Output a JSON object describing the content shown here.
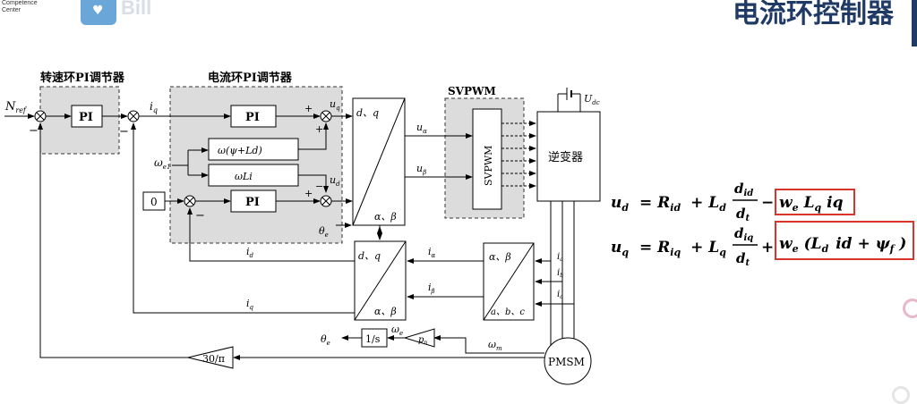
{
  "header": {
    "logo_line1": "Competence",
    "logo_line2": "Center",
    "logo_faded": "Bill",
    "title": "电流环控制器"
  },
  "diagram": {
    "speed_block_label": "转速环PI调节器",
    "current_block_label": "电流环PI调节器",
    "svpwm_group_label": "SVPWM",
    "svpwm_block": "SVPWM",
    "inverter": "逆变器",
    "pmsm": "PMSM",
    "pi": "PI",
    "n_ref": "N",
    "n_ref_sub": "ref",
    "iq_star": "i",
    "iq_star_sub": "q",
    "ud_star": "u",
    "ud_sub": "d",
    "uq_star": "u",
    "uq_sub": "q",
    "omega_e1": "ω",
    "omega_e1_sub": "e1",
    "decoup1": "ω(ψ+Ld)",
    "decoup2": "ωLi",
    "zero": "0",
    "dq": "d、q",
    "ab": "α、β",
    "abc": "a、b、c",
    "theta_e": "θ",
    "theta_sub": "e",
    "u_alpha": "u",
    "u_alpha_sub": "α",
    "u_beta": "u",
    "u_beta_sub": "β",
    "id": "i",
    "id_sub": "d",
    "iq": "i",
    "iq_sub": "q",
    "i_alpha": "i",
    "i_alpha_sub": "α",
    "i_beta": "i",
    "i_beta_sub": "β",
    "ia": "i",
    "ia_sub": "a",
    "ib": "i",
    "ib_sub": "b",
    "ic": "i",
    "ic_sub": "c",
    "udc": "U",
    "udc_sub": "dc",
    "integrator": "1/s",
    "pn": "p",
    "pn_sub": "n",
    "omega_e": "ω",
    "omega_e_sub": "e",
    "omega_m": "ω",
    "omega_m_sub": "m",
    "gain": "30/π",
    "plus": "+",
    "minus": "−"
  },
  "equations": {
    "ud_lhs": "u",
    "ud_lhs_sub": "d",
    "ud_rhs": "= R",
    "ud_rhs_sub1": "id",
    "ud_plus": "+ L",
    "ud_L_sub": "d",
    "ud_frac_num": "d",
    "ud_frac_num_sub": "id",
    "ud_frac_den": "d",
    "ud_frac_den_sub": "t",
    "ud_minus": "−",
    "ud_boxed": "w",
    "ud_boxed_sub1": "e",
    "ud_boxed_L": "L",
    "ud_boxed_sub2": "q",
    "ud_boxed_tail": "iq",
    "uq_lhs": "u",
    "uq_lhs_sub": "q",
    "uq_rhs": "= R",
    "uq_rhs_sub1": "iq",
    "uq_plus": "+ L",
    "uq_L_sub": "q",
    "uq_frac_num": "d",
    "uq_frac_num_sub": "iq",
    "uq_frac_den": "d",
    "uq_frac_den_sub": "t",
    "uq_plus2": "+",
    "uq_boxed_head": "w",
    "uq_boxed_sub1": "e",
    "uq_boxed_paren": "(L",
    "uq_boxed_sub2": "d",
    "uq_boxed_mid": "id + ψ",
    "uq_boxed_sub3": "f",
    "uq_boxed_close": ")"
  },
  "colors": {
    "title": "#1f3a64",
    "highlight_box": "#d9362b",
    "dashed_fill": "#dcdcdc"
  }
}
